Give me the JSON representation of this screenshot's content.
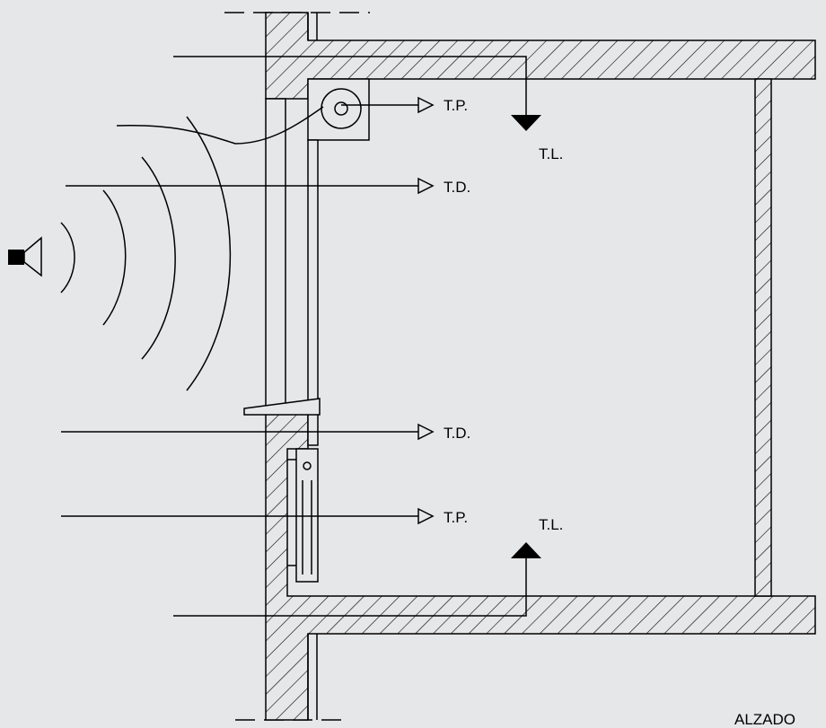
{
  "labels": {
    "transmission_upper_top": "T.P.",
    "direct_upper": "T.D.",
    "lateral_upper": "T.L.",
    "direct_lower": "T.D.",
    "transmission_lower": "T.P.",
    "lateral_lower": "T.L.",
    "view_name": "ALZADO"
  },
  "colors": {
    "background": "#e6e7e8",
    "line": "#000000"
  },
  "icons": {
    "sound_source": "speaker-icon"
  }
}
